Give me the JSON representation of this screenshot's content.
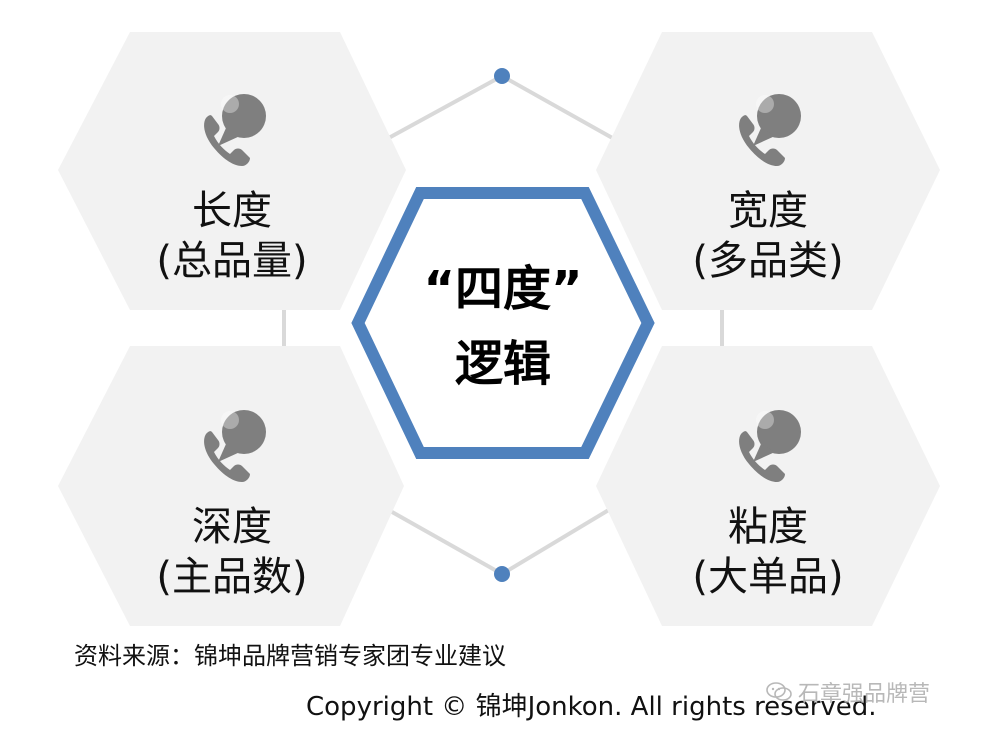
{
  "diagram": {
    "center": {
      "line1": "“四度”",
      "line2": "逻辑"
    },
    "hexagons": [
      {
        "id": "top-left",
        "icon": "phone-chat-icon",
        "title": "长度",
        "subtitle": "(总品量)"
      },
      {
        "id": "top-right",
        "icon": "phone-chat-icon",
        "title": "宽度",
        "subtitle": "(多品类)"
      },
      {
        "id": "bottom-left",
        "icon": "phone-chat-icon",
        "title": "深度",
        "subtitle": "(主品数)"
      },
      {
        "id": "bottom-right",
        "icon": "phone-chat-icon",
        "title": "粘度",
        "subtitle": "(大单品)"
      }
    ],
    "colors": {
      "accent": "#4f81bd",
      "hex_fill": "#f2f2f2",
      "connector": "#d9d9d9",
      "icon": "#7f7f7f"
    }
  },
  "footer": {
    "source": "资料来源：锦坤品牌营销专家团专业建议",
    "copyright": "Copyright © 锦坤Jonkon. All rights reserved.",
    "watermark": "石章强品牌营",
    "watermark_icon": "wechat-icon"
  }
}
